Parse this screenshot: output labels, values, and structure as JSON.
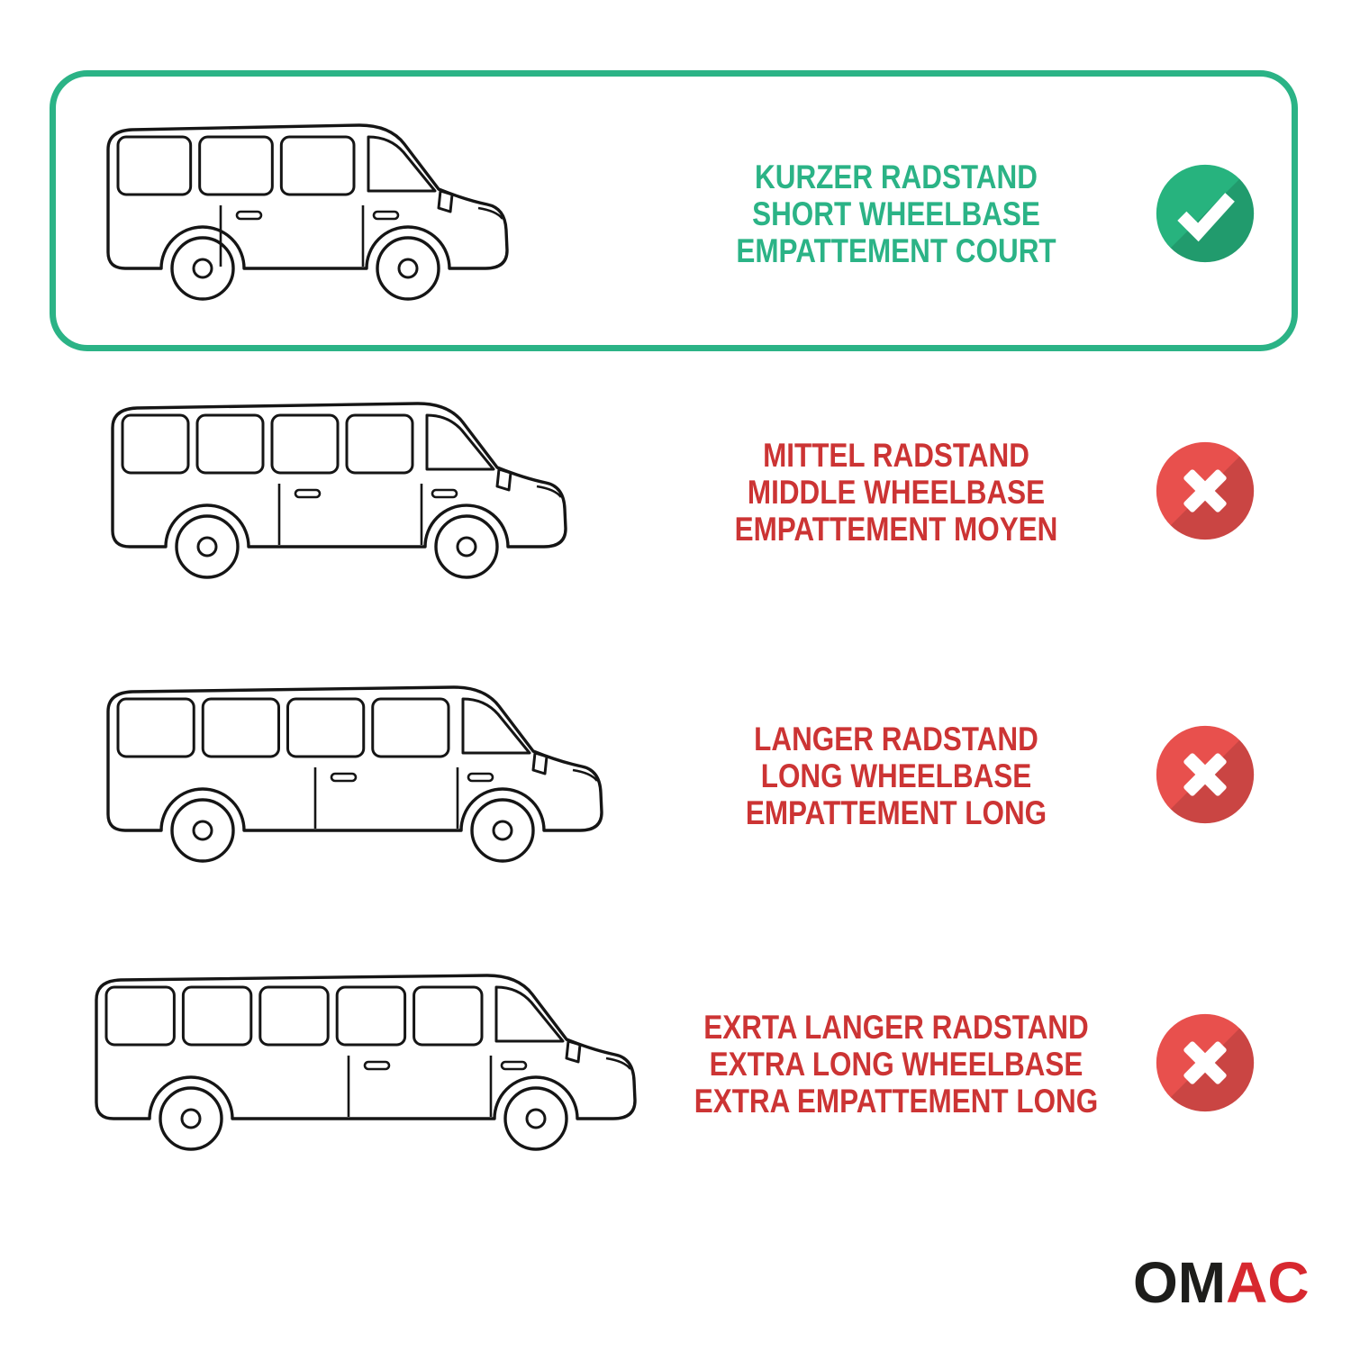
{
  "rows": [
    {
      "lines": [
        "KURZER RADSTAND",
        "SHORT WHEELBASE",
        "EMPATTEMENT COURT"
      ],
      "status": "included",
      "vehicle": "short-wheelbase-van"
    },
    {
      "lines": [
        "MITTEL RADSTAND",
        "MIDDLE WHEELBASE",
        "EMPATTEMENT MOYEN"
      ],
      "status": "excluded",
      "vehicle": "middle-wheelbase-van"
    },
    {
      "lines": [
        "LANGER RADSTAND",
        "LONG WHEELBASE",
        "EMPATTEMENT LONG"
      ],
      "status": "excluded",
      "vehicle": "long-wheelbase-van"
    },
    {
      "lines": [
        "EXRTA LANGER RADSTAND",
        "EXTRA LONG WHEELBASE",
        "EXTRA EMPATTEMENT LONG"
      ],
      "status": "excluded",
      "vehicle": "extra-long-wheelbase-van"
    }
  ],
  "icons": {
    "included": "check-icon",
    "excluded": "cross-icon"
  },
  "colors": {
    "green_accent": "#2bb386",
    "red_text": "#cc3434",
    "icon_green": "#27b37e",
    "icon_red": "#e8504d",
    "van_stroke": "#151515",
    "logo_black": "#1d1d1b",
    "logo_red": "#d7282f"
  },
  "logo": {
    "om": "OM",
    "ac": "AC"
  }
}
